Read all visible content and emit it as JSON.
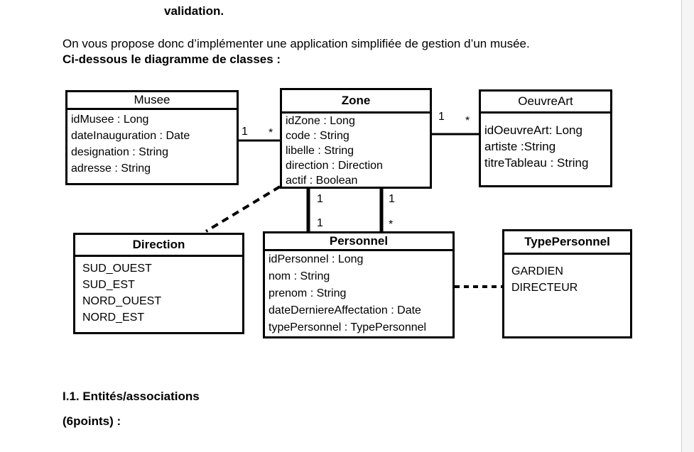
{
  "document": {
    "top_fragment": "validation.",
    "intro": "On vous propose donc d’implémenter une application simplifiée de gestion d’un musée.",
    "diagram_caption": "Ci-dessous le diagramme de classes :",
    "section_heading": "I.1. Entités/associations",
    "section_points": "(6points) :"
  },
  "diagram": {
    "musee": {
      "name": "Musee",
      "attributes": [
        "idMusee : Long",
        "dateInauguration : Date",
        "designation : String",
        "adresse : String"
      ]
    },
    "zone": {
      "name": "Zone",
      "attributes": [
        "idZone : Long",
        "code : String",
        "libelle : String",
        "direction : Direction",
        "actif : Boolean"
      ]
    },
    "oeuvre": {
      "name": "OeuvreArt",
      "attributes": [
        "idOeuvreArt: Long",
        "artiste :String",
        "titreTableau : String"
      ]
    },
    "direction": {
      "name": "Direction",
      "attributes": [
        "SUD_OUEST",
        "SUD_EST",
        "NORD_OUEST",
        "NORD_EST"
      ]
    },
    "personnel": {
      "name": "Personnel",
      "attributes": [
        "idPersonnel : Long",
        "nom : String",
        "prenom : String",
        "dateDerniereAffectation : Date",
        "typePersonnel : TypePersonnel"
      ]
    },
    "typePersonnel": {
      "name": "TypePersonnel",
      "attributes": [
        "GARDIEN",
        "DIRECTEUR"
      ]
    },
    "multiplicities": {
      "musee_zone_musee_end": "1",
      "musee_zone_zone_end": "*",
      "zone_oeuvre_zone_end": "1",
      "zone_oeuvre_oeuvre_end": "*",
      "zone_personnel_a_zone_end": "1",
      "zone_personnel_a_personnel_end": "1",
      "zone_personnel_b_zone_end": "1",
      "zone_personnel_b_personnel_end": "*"
    }
  }
}
